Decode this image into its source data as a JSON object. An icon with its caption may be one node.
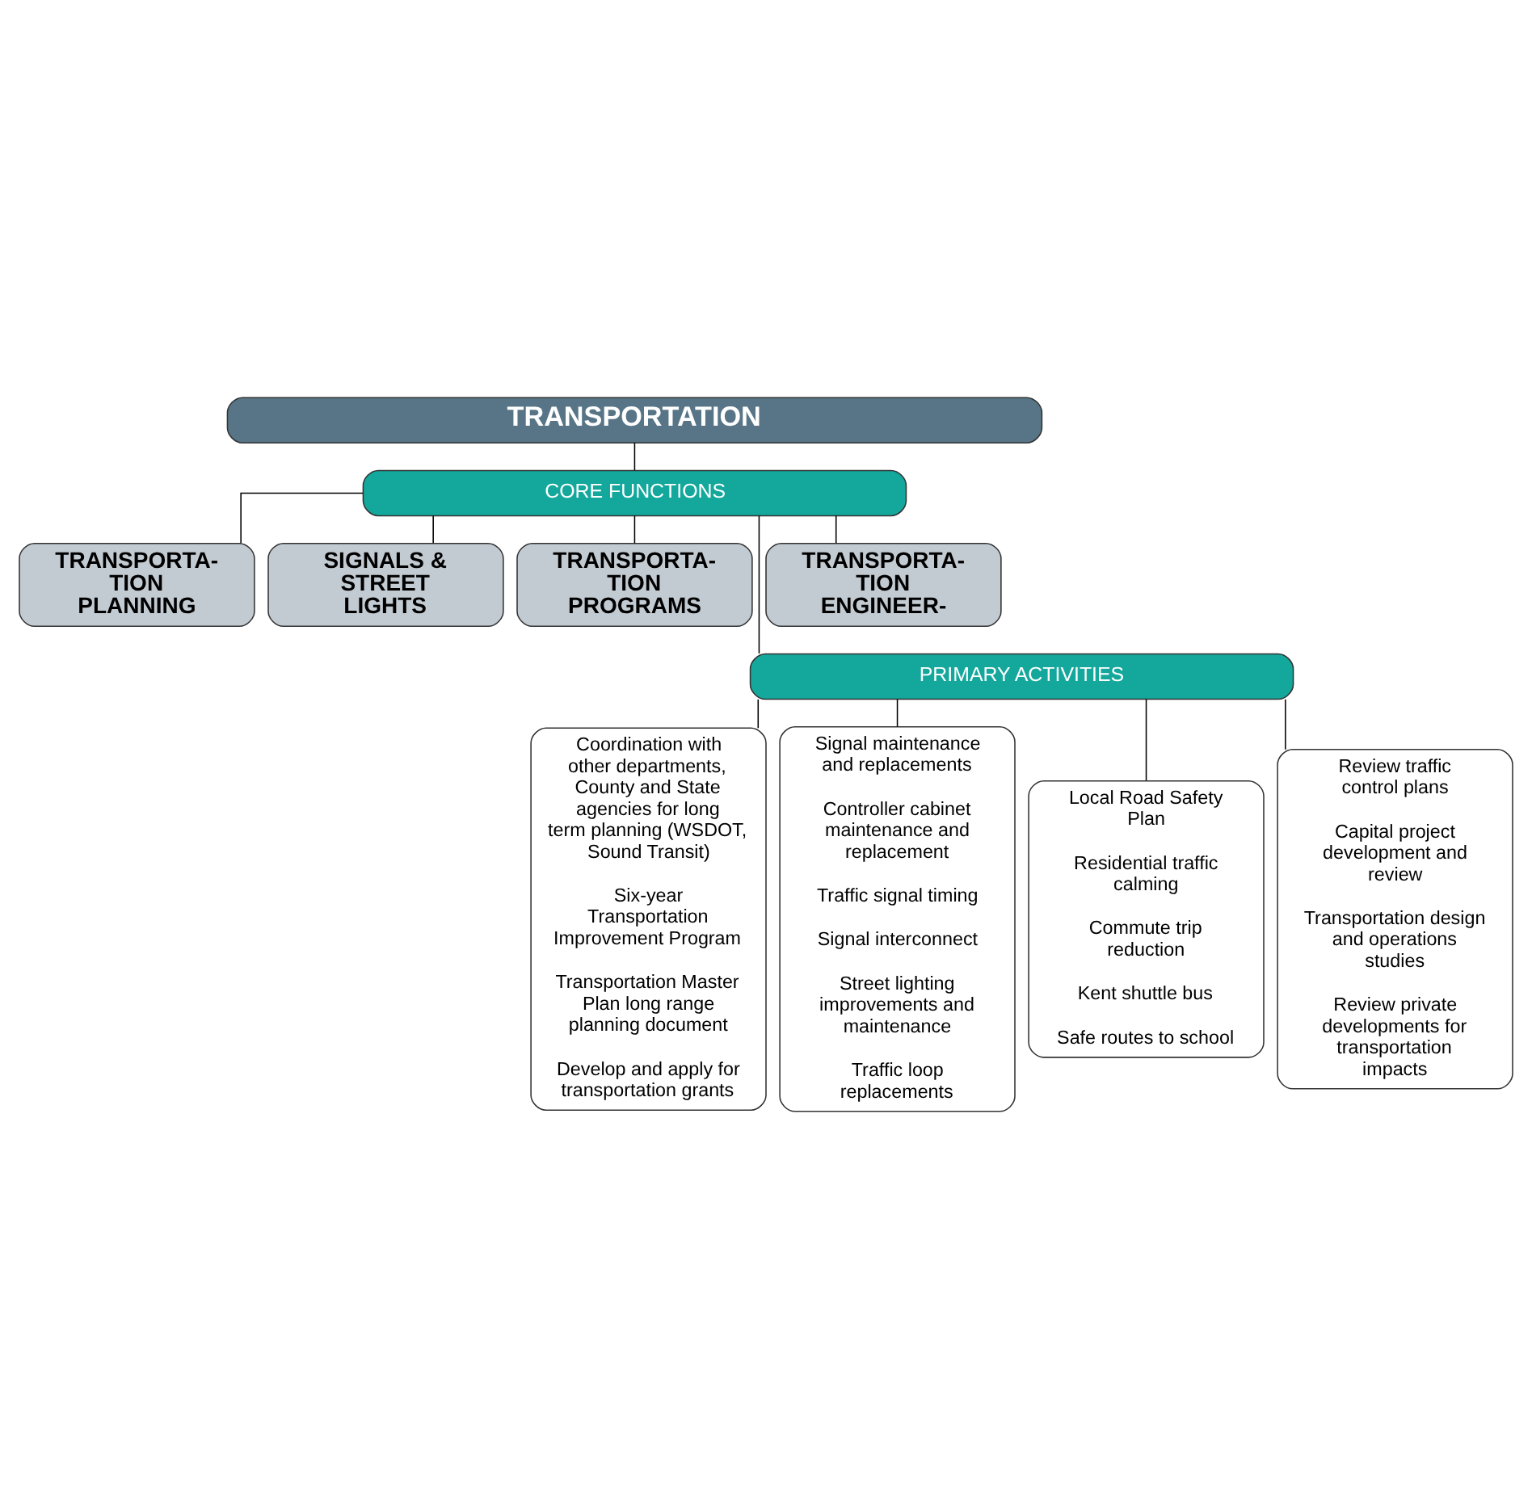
{
  "diagram": {
    "nodes": [
      {
        "text": [
          "TRANSPORTATION"
        ]
      },
      {
        "text": [
          "CORE FUNCTIONS"
        ]
      },
      {
        "text": [
          "TRANSPORTA- TION PLANNING"
        ]
      },
      {
        "text": [
          "SIGNALS & STREET LIGHTS"
        ]
      },
      {
        "text": [
          "TRANSPORTA- TION PROGRAMS"
        ]
      },
      {
        "text": [
          "TRANSPORTA- TION ENGINEER-"
        ]
      },
      {
        "text": [
          "PRIMARY ACTIVITIES"
        ]
      },
      {
        "text": [
          "Coordination with other departments, County and State agencies for long term planning (WSDOT, Sound Transit)",
          "Six-year Transportation Improvement Program",
          "Transportation Master Plan long range planning document",
          "Develop and apply for transportation grants"
        ]
      },
      {
        "text": [
          "Signal maintenance and replacements",
          "Controller cabinet maintenance and replacement",
          "Traffic signal timing",
          "Signal interconnect",
          "Street lighting improvements and maintenance",
          "Traffic loop replacements"
        ]
      },
      {
        "text": [
          "Local Road Safety Plan",
          "Residential traffic calming",
          "Commute trip reduction",
          "Kent shuttle bus",
          "Safe routes to school"
        ]
      },
      {
        "text": [
          "Review traffic control plans",
          "Capital project development and review",
          "Transportation design and operations studies",
          "Review private developments for transportation impacts"
        ]
      }
    ],
    "edges": [
      {
        "from": 0,
        "to": 1,
        "arrow": "none"
      },
      {
        "from": 1,
        "to": 2,
        "arrow": "none"
      },
      {
        "from": 1,
        "to": 3,
        "arrow": "none"
      },
      {
        "from": 1,
        "to": 4,
        "arrow": "none"
      },
      {
        "from": 1,
        "to": 5,
        "arrow": "none"
      },
      {
        "from": 1,
        "to": 6,
        "arrow": "none"
      },
      {
        "from": 6,
        "to": 7,
        "arrow": "none"
      },
      {
        "from": 6,
        "to": 8,
        "arrow": "none"
      },
      {
        "from": 6,
        "to": 9,
        "arrow": "none"
      },
      {
        "from": 6,
        "to": 10,
        "arrow": "none"
      }
    ]
  }
}
